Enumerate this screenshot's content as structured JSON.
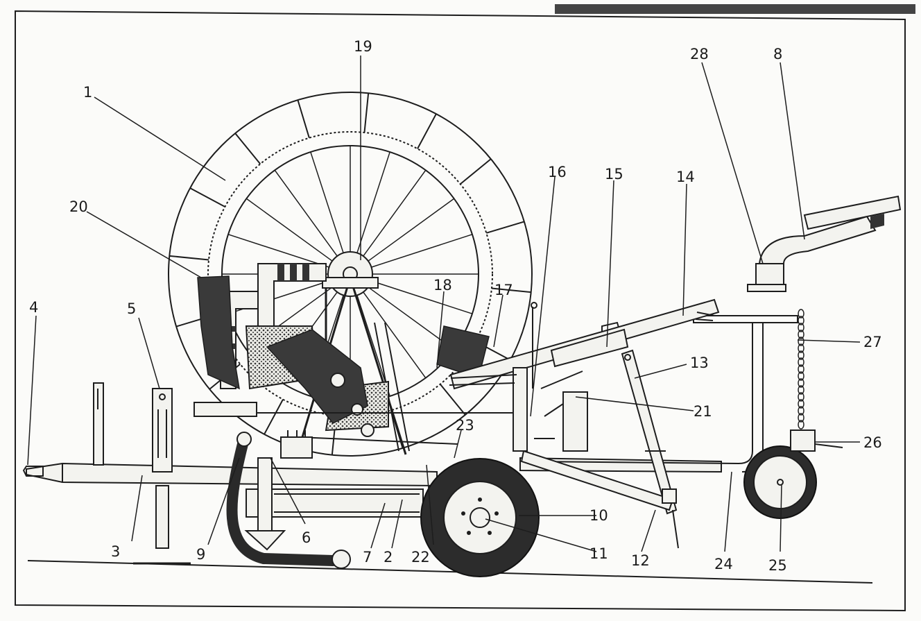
{
  "callouts": {
    "c1": "1",
    "c2": "2",
    "c3": "3",
    "c4": "4",
    "c5": "5",
    "c6": "6",
    "c7": "7",
    "c8": "8",
    "c9": "9",
    "c10": "10",
    "c11": "11",
    "c12": "12",
    "c13": "13",
    "c14": "14",
    "c15": "15",
    "c16": "16",
    "c17": "17",
    "c18": "18",
    "c19": "19",
    "c20": "20",
    "c21": "21",
    "c22": "22",
    "c23": "23",
    "c24": "24",
    "c25": "25",
    "c26": "26",
    "c27": "27",
    "c28": "28"
  },
  "colors": {
    "ink": "#1d1d1d",
    "paper": "#fbfbf9",
    "shading": "#3a3a3a"
  }
}
